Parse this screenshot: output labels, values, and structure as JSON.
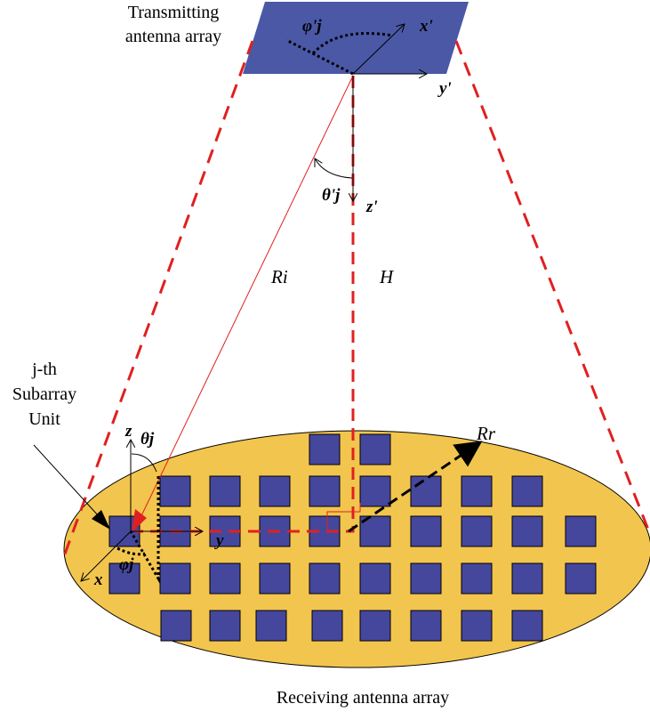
{
  "labels": {
    "transmitting_line1": "Transmitting",
    "transmitting_line2": "antenna array",
    "receiving": "Receiving antenna array",
    "subarray_line1": "j-th",
    "subarray_line2": "Subarray",
    "subarray_line3": "Unit"
  },
  "symbols": {
    "x_prime": "x'",
    "y_prime": "y'",
    "z_prime": "z'",
    "phi_prime": "φ'j",
    "theta_prime": "θ'j",
    "Ri": "Ri",
    "H": "H",
    "Rr": "Rr",
    "z": "z",
    "y": "y",
    "x": "x",
    "theta": "θj",
    "phi": "φj"
  },
  "colors": {
    "transmit_panel": "#4a58a6",
    "element": "#45479c",
    "receiver_disc": "#f2c54e",
    "beam": "#e02020"
  }
}
